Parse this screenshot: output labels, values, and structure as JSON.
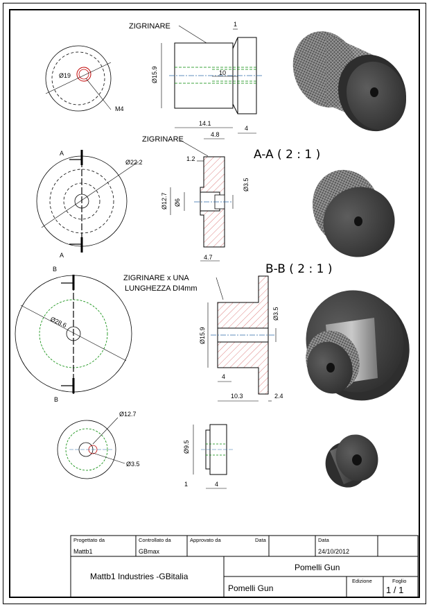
{
  "notes": {
    "knurl_1": "ZIGRINARE",
    "knurl_2": "ZIGRINARE",
    "knurl_3a": "ZIGRINARE x UNA",
    "knurl_3b": "LUNGHEZZA DI4mm"
  },
  "sections": {
    "aa": "A-A ( 2 : 1 )",
    "bb": "B-B ( 2 : 1 )",
    "a_top": "A",
    "a_bottom": "A",
    "b_top": "B",
    "b_bottom": "B"
  },
  "dims": {
    "d19": "Ø19",
    "m4": "M4",
    "d15_9_a": "Ø15.9",
    "d10": "10",
    "d1_a": "1",
    "d14_1": "14.1",
    "d4_a": "4",
    "d22_2": "Ø22.2",
    "d4_8": "4.8",
    "d1_2": "1.2",
    "d3_5_a": "Ø3.5",
    "d12_7_a": "Ø12.7",
    "d6": "Ø6",
    "d4_7": "4.7",
    "d28_6": "Ø28.6",
    "d15_9_b": "Ø15.9",
    "d3_5_b": "Ø3.5",
    "d4_b": "4",
    "d10_3": "10.3",
    "d2_4": "2.4",
    "d12_7_b": "Ø12.7",
    "d3_5_c": "Ø3.5",
    "d9_5": "Ø9.5",
    "d1_b": "1",
    "d4_c": "4"
  },
  "title_block": {
    "designed_by_label": "Progettato da",
    "designed_by": "Mattb1",
    "checked_by_label": "Controllato da",
    "checked_by": "GBmax",
    "approved_by_label": "Approvato da",
    "date_label_1": "Data",
    "date_label_2": "Data",
    "date": "24/10/2012",
    "company": "Mattb1 Industries -GBitalia",
    "title": "Pomelli Gun",
    "subtitle": "Pomelli Gun",
    "edition_label": "Edizione",
    "sheet_label": "Foglio",
    "sheet": "1 / 1"
  }
}
